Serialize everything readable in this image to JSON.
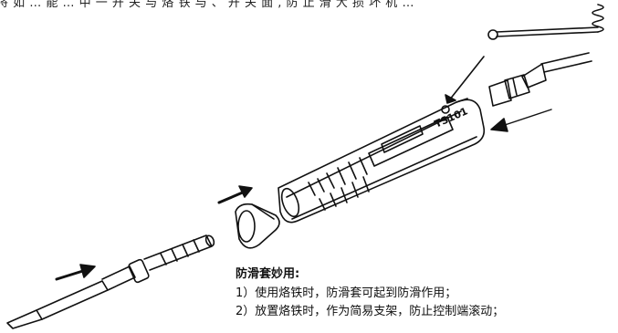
{
  "top_caption": "将 如 … 能 … 中 一 开 关 与 烙 铁 与 、 开 关 面 , 防 止 滑 大 损 坏 机 …",
  "model_label": "TS101",
  "usage": {
    "title": "防滑套妙用:",
    "items": [
      "1）使用烙铁时，防滑套可起到防滑作用；",
      "2）放置烙铁时，作为简易支架，防止控制端滚动；"
    ]
  }
}
